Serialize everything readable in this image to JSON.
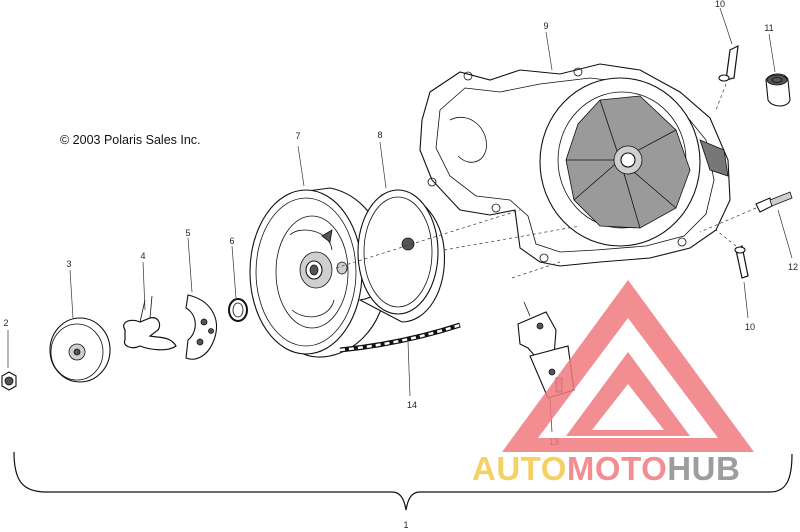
{
  "copyright": "© 2003 Polaris Sales Inc.",
  "callouts": {
    "p1": "1",
    "p2": "2",
    "p3": "3",
    "p4": "4",
    "p5": "5",
    "p6": "6",
    "p7": "7",
    "p8": "8",
    "p9": "9",
    "p10a": "10",
    "p10b": "10",
    "p11": "11",
    "p12": "12",
    "p13": "13",
    "p14": "14"
  },
  "watermark": {
    "part1": "AUTO",
    "part2": "MOTO",
    "part3": "HUB",
    "colors": {
      "triangle": "#f07b80",
      "auto": "#f5c84a",
      "moto": "#f07b80",
      "hub": "#8c8c8c"
    }
  }
}
